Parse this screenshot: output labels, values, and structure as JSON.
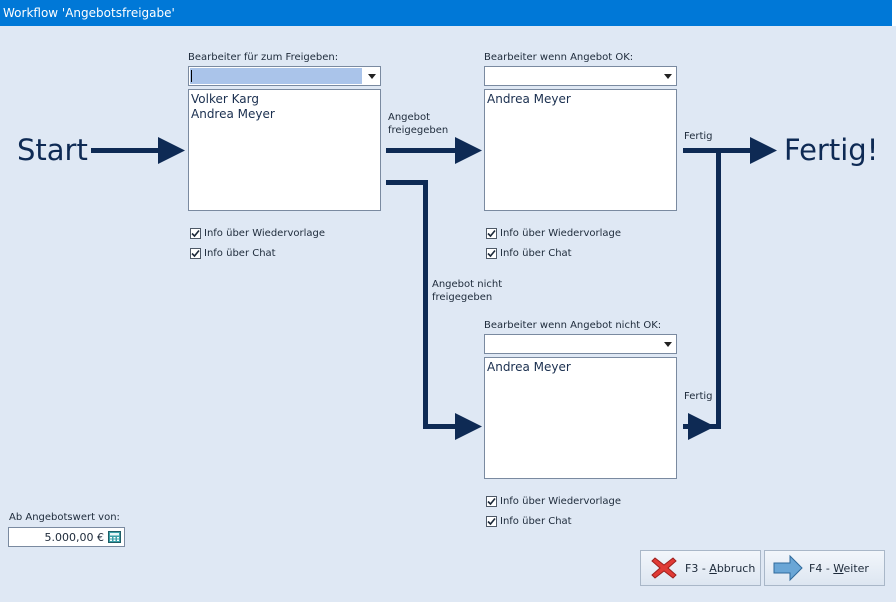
{
  "window": {
    "title": "Workflow 'Angebotsfreigabe'"
  },
  "flow": {
    "start_label": "Start",
    "end_label": "Fertig!",
    "approved_label": "Angebot\nfreigegeben",
    "not_approved_label": "Angebot nicht\nfreigegeben",
    "done_label_top": "Fertig",
    "done_label_bottom": "Fertig"
  },
  "approvers": {
    "label": "Bearbeiter für zum Freigeben:",
    "combo_value": "",
    "items": [
      "Volker Karg",
      "Andrea Meyer"
    ],
    "check_resubmission": "Info über Wiedervorlage",
    "check_chat": "Info über Chat"
  },
  "ok_handlers": {
    "label": "Bearbeiter wenn Angebot OK:",
    "combo_value": "",
    "items": [
      "Andrea Meyer"
    ],
    "check_resubmission": "Info über Wiedervorlage",
    "check_chat": "Info über Chat"
  },
  "not_ok_handlers": {
    "label": "Bearbeiter wenn Angebot nicht OK:",
    "combo_value": "",
    "items": [
      "Andrea Meyer"
    ],
    "check_resubmission": "Info über Wiedervorlage",
    "check_chat": "Info über Chat"
  },
  "threshold": {
    "label": "Ab Angebotswert von:",
    "value": "5.000,00 €"
  },
  "buttons": {
    "cancel_prefix": "F3 - ",
    "cancel_accel": "A",
    "cancel_rest": "bbruch",
    "next_prefix": "F4 - ",
    "next_accel": "W",
    "next_rest": "eiter"
  },
  "colors": {
    "titlebar": "#0078d7",
    "background": "#dfe8f4",
    "arrow": "#0e2a54"
  },
  "checkboxes": {
    "all_checked": true
  }
}
